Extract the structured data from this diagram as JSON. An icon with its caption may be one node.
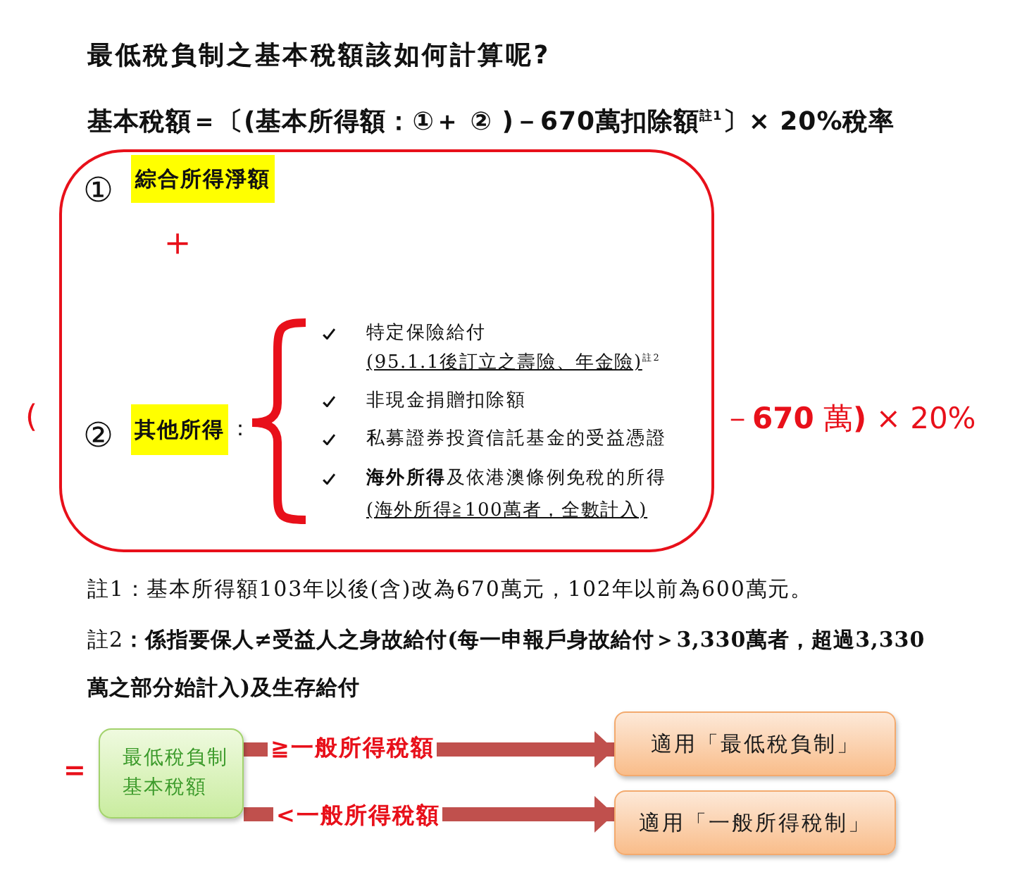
{
  "diagram": {
    "title": "最低稅負制之基本稅額該如何計算呢?",
    "nodes": [
      {
        "text": [
          "①",
          "＋",
          "②",
          "：",
          "特定保險給付",
          "(95.1.1後訂立之壽險、年金險)$^{註2}$",
          "非現金捐贈扣除額",
          "私募證券投資信託基金的受益憑證",
          "**海外所得**及依港澳條例免稅的所得",
          "(海外所得≧100萬者，全數計入)"
        ]
      },
      {
        "text": [
          "綜合所得淨額"
        ],
        "in": 0
      },
      {
        "text": [
          "其他所得"
        ],
        "in": 0
      },
      {
        "text": [
          "最低稅負制基本稅額"
        ],
        "beside": [
          "="
        ]
      },
      {
        "text": [
          "適用「最低稅負制」"
        ]
      },
      {
        "text": [
          "適用「一般所得稅制」"
        ]
      }
    ],
    "edges": [
      {
        "from": 3,
        "to": 4,
        "arrow": "to",
        "label": "≧一般所得稅額"
      },
      {
        "from": 3,
        "to": 5,
        "arrow": "to",
        "label": "<一般所得稅額"
      }
    ],
    "labels": [
      "基本稅額＝〔(基本所得額：①＋ ② )－670萬扣除額$^{註1}$〕× 20%稅率",
      "(",
      "－**670** 萬**)** × 20%",
      "註1：基本所得額103年以後(含)改為670萬元，102年以前為600萬元。",
      "註2**：係指要保人≠受益人之身故給付(每一申報戶身故給付＞3,330萬者，超過3,330萬之部分始計入)及生存給付**"
    ]
  }
}
